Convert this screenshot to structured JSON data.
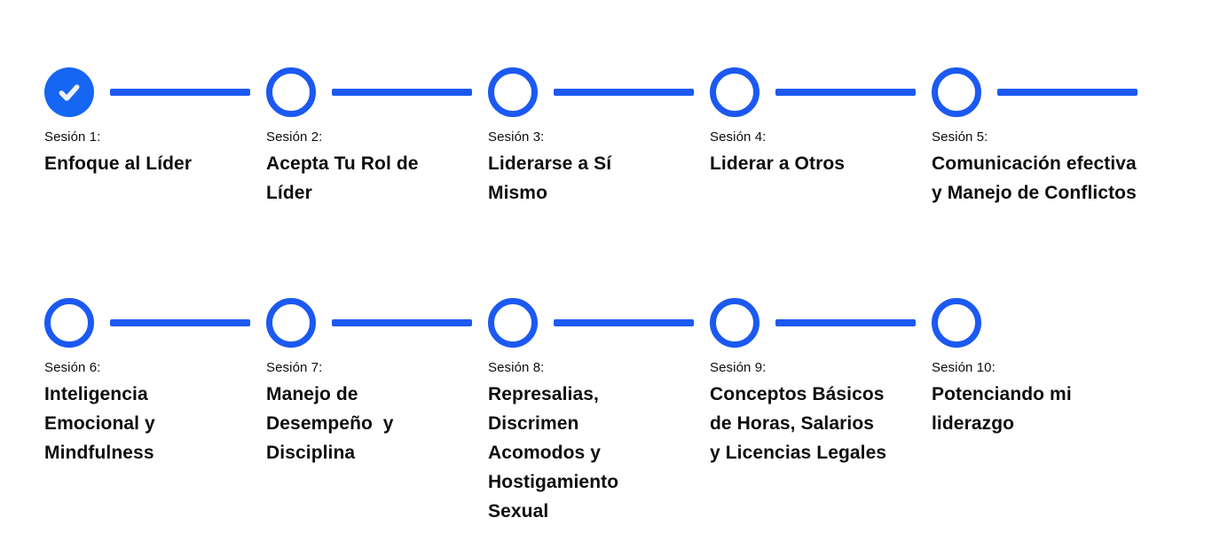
{
  "colors": {
    "accent_blue": "#1b59f2",
    "completed_circle_fill": "#1566f2",
    "check_color": "#edf1f8",
    "text": "#0d0d0d",
    "background": "#ffffff"
  },
  "icons": {
    "completed_step": "check-icon"
  },
  "rows": [
    {
      "sessions": [
        {
          "label": "Sesión 1:",
          "title_lines": [
            "Enfoque al Líder"
          ],
          "completed": true,
          "connector": true
        },
        {
          "label": "Sesión 2:",
          "title_lines": [
            "Acepta Tu Rol de",
            "Líder"
          ],
          "completed": false,
          "connector": true
        },
        {
          "label": "Sesión 3:",
          "title_lines": [
            "Liderarse a Sí",
            "Mismo"
          ],
          "completed": false,
          "connector": true
        },
        {
          "label": "Sesión 4:",
          "title_lines": [
            "Liderar a Otros"
          ],
          "completed": false,
          "connector": true
        },
        {
          "label": "Sesión 5:",
          "title_lines": [
            "Comunicación efectiva",
            "y Manejo de Conflictos"
          ],
          "completed": false,
          "connector": true
        }
      ]
    },
    {
      "sessions": [
        {
          "label": "Sesión 6:",
          "title_lines": [
            "Inteligencia",
            "Emocional y",
            "Mindfulness"
          ],
          "completed": false,
          "connector": true
        },
        {
          "label": "Sesión 7:",
          "title_lines": [
            "Manejo de",
            "Desempeño  y",
            "Disciplina"
          ],
          "completed": false,
          "connector": true
        },
        {
          "label": "Sesión 8:",
          "title_lines": [
            "Represalias,",
            "Discrimen",
            "Acomodos y",
            "Hostigamiento",
            "Sexual"
          ],
          "completed": false,
          "connector": true
        },
        {
          "label": "Sesión 9:",
          "title_lines": [
            "Conceptos Básicos",
            "de Horas, Salarios",
            "y Licencias Legales"
          ],
          "completed": false,
          "connector": true
        },
        {
          "label": "Sesión 10:",
          "title_lines": [
            "Potenciando mi",
            "liderazgo"
          ],
          "completed": false,
          "connector": false
        }
      ]
    }
  ]
}
